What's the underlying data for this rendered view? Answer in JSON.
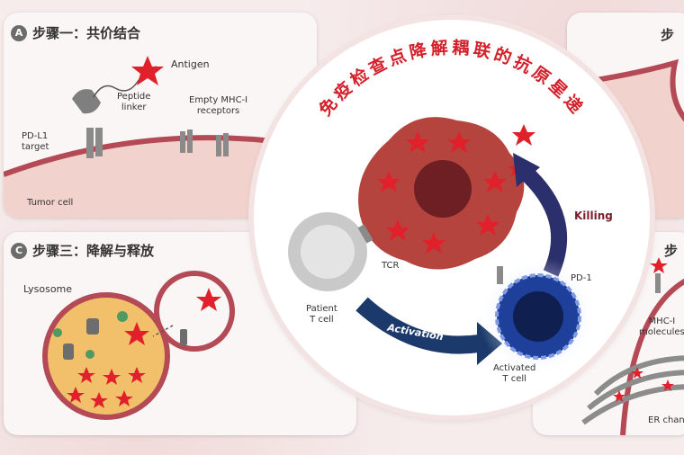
{
  "panel_a": {
    "badge": "A",
    "title": "步骤一：共价结合",
    "labels": {
      "antigen": "Antigen",
      "peptide_linker": "Peptide\nlinker",
      "empty_mhc": "Empty MHC-I\nreceptors",
      "pdl1": "PD-L1\ntarget",
      "tumor_cell": "Tumor cell"
    }
  },
  "panel_c": {
    "badge": "C",
    "title": "步骤三：降解与释放",
    "labels": {
      "lysosome": "Lysosome"
    }
  },
  "panel_right_top": {
    "title": "步"
  },
  "panel_right_bottom": {
    "title": "步",
    "labels": {
      "mhc": "MHC-I\nmolecules",
      "er": "ER chan"
    }
  },
  "center": {
    "arc_title": "免疫检查点降解耦联的抗原星递",
    "labels": {
      "killing": "Killing",
      "pd1": "PD-1",
      "tcr": "TCR",
      "patient_t": "Patient\nT cell",
      "activation": "Activation",
      "activated_t": "Activated\nT cell"
    }
  },
  "colors": {
    "star_red": "#e0202a",
    "tumor_red": "#b5443f",
    "membrane": "#b34a55",
    "t_cell_grey": "#c9c9c9",
    "activated_blue": "#1e3f9a",
    "arrow_navy": "#1b3a6b"
  }
}
